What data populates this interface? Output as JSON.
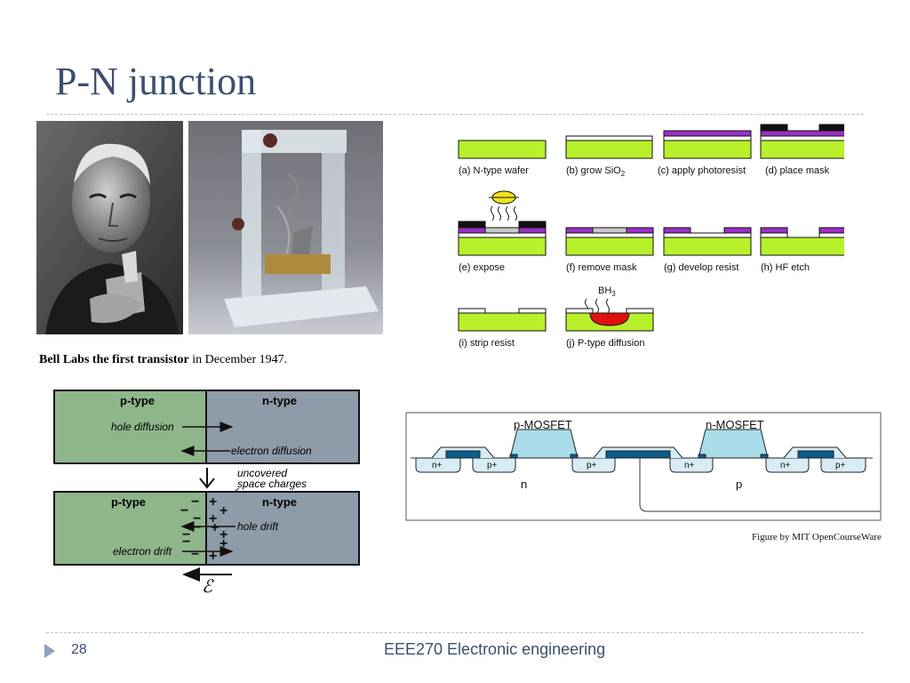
{
  "slide": {
    "title": "P-N junction",
    "page_number": "28",
    "footer": "EEE270 Electronic engineering"
  },
  "caption": {
    "bold": "Bell Labs the first transistor",
    "rest": " in December 1947."
  },
  "photos": [
    {
      "name": "portrait-photo",
      "icon": "portrait-person-icon"
    },
    {
      "name": "transistor-photo",
      "icon": "point-contact-transistor-icon"
    }
  ],
  "process_steps": {
    "a": "(a) N-type wafer",
    "b": "(b) grow SiO",
    "b_sub": "2",
    "c": "(c) apply photoresist",
    "d": "(d) place mask",
    "e": "(e) expose",
    "f": "(f) remove mask",
    "g": "(g) develop resist",
    "h": "(h) HF etch",
    "i": "(i) strip resist",
    "j": "(j) P-type diffusion",
    "gas": "BH",
    "gas_sub": "3"
  },
  "pn_diagram": {
    "p_type": "p-type",
    "n_type": "n-type",
    "hole_diffusion": "hole diffusion",
    "electron_diffusion": "electron diffusion",
    "uncovered": "uncovered",
    "space_charges": "space charges",
    "hole_drift": "hole drift",
    "electron_drift": "electron drift",
    "field_symbol": "ℰ"
  },
  "cmos": {
    "p_mosfet": "p-MOSFET",
    "n_mosfet": "n-MOSFET",
    "n_plus": "n+",
    "p_plus": "p+",
    "n_region": "n",
    "p_region": "p",
    "credit": "Figure by MIT OpenCourseWare."
  },
  "colors": {
    "title": "#3b4f6e",
    "p_type_fill": "#8fb58a",
    "n_type_fill": "#8e9ba8",
    "wafer_green": "#b8f02a",
    "photoresist": "#9b30c8",
    "mask": "#111111",
    "diffusion_red": "#e01010",
    "lamp_yellow": "#f2e21c",
    "gate_cyan": "#a8dce8",
    "contact_navy": "#0b5d8c"
  }
}
